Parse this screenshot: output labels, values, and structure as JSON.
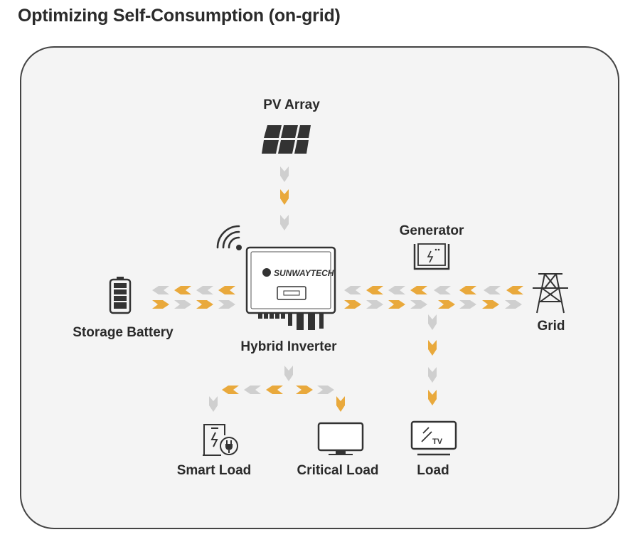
{
  "title": "Optimizing Self-Consumption (on-grid)",
  "colors": {
    "active_arrow": "#e9a93c",
    "inactive_arrow": "#cfcfcf",
    "icon": "#333333",
    "card_border": "#444444",
    "card_bg": "#f4f4f4"
  },
  "nodes": {
    "pv_array": {
      "label": "PV Array",
      "icon": "solar-panel-icon"
    },
    "inverter": {
      "label": "Hybrid Inverter",
      "brand": "SUNWAYTECH",
      "icon": "inverter-icon"
    },
    "generator": {
      "label": "Generator",
      "icon": "generator-icon"
    },
    "battery": {
      "label": "Storage Battery",
      "icon": "battery-icon"
    },
    "grid": {
      "label": "Grid",
      "icon": "power-tower-icon"
    },
    "smart_load": {
      "label": "Smart Load",
      "icon": "smart-load-icon"
    },
    "critical_load": {
      "label": "Critical Load",
      "icon": "monitor-icon"
    },
    "load": {
      "label": "Load",
      "icon": "tv-icon",
      "tv_text": "TV"
    }
  },
  "flows": [
    {
      "from": "pv_array",
      "to": "inverter",
      "direction": "down"
    },
    {
      "from": "inverter",
      "to": "battery",
      "direction": "bidirectional"
    },
    {
      "from": "inverter",
      "to": "grid",
      "direction": "bidirectional"
    },
    {
      "from": "grid",
      "to": "load",
      "direction": "down"
    },
    {
      "from": "inverter",
      "to": "smart_load",
      "direction": "down"
    },
    {
      "from": "inverter",
      "to": "critical_load",
      "direction": "down"
    }
  ]
}
